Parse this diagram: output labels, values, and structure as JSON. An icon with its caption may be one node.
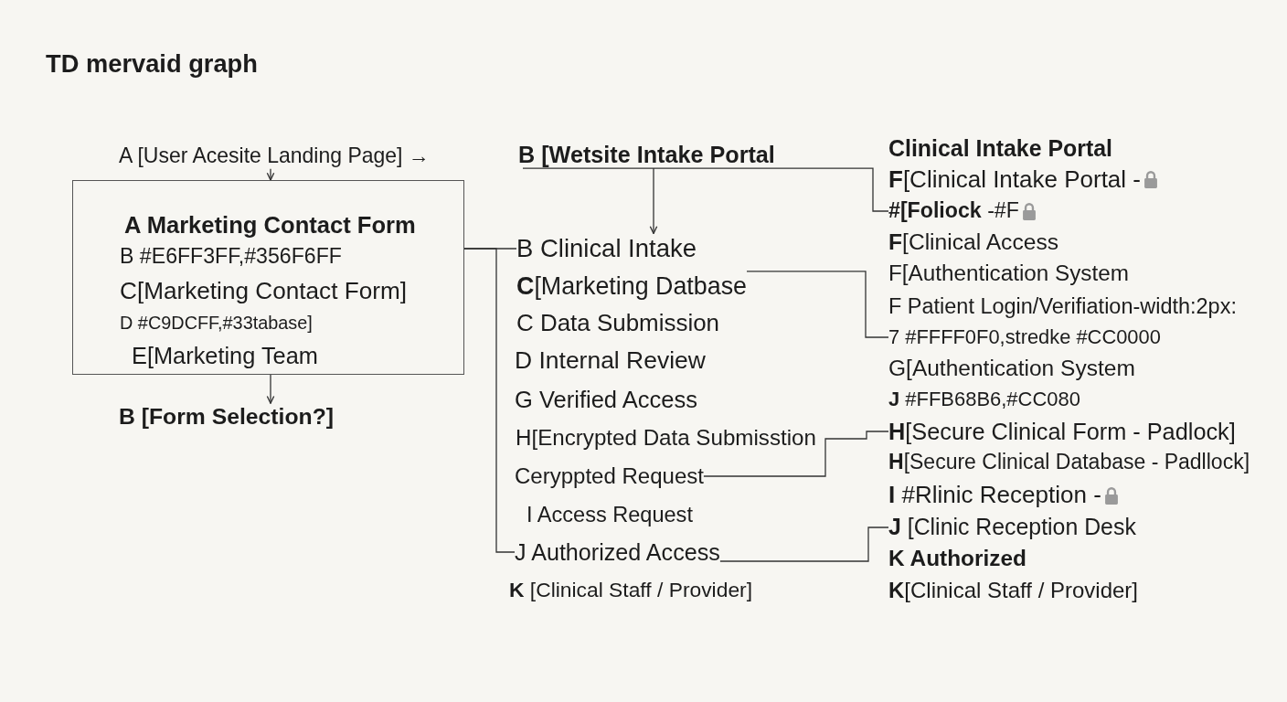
{
  "diagram": {
    "title": "TD mervaid graph",
    "nodes": [
      {
        "text": [
          "A [User Acesite Landing Page] →"
        ]
      },
      {
        "text": [
          "A Marketing Contact Form",
          "B #E6FF3FF,#356F6FF",
          "C[Marketing Contact Form]",
          "D #C9DCFF,#33tabase]",
          "E[Marketing Team"
        ]
      },
      {
        "text": [
          "B [Form Selection?]"
        ]
      },
      {
        "text": [
          "B [Wetsite Intake Portal"
        ]
      },
      {
        "text": [
          "B Clinical Intake"
        ]
      },
      {
        "text": [
          "**C**[Marketing Datbase"
        ]
      },
      {
        "text": [
          "Ceryppted Request"
        ]
      },
      {
        "text": [
          "J Authorized Access"
        ]
      },
      {
        "text": [
          "**#[Foliock** -#F"
        ]
      },
      {
        "text": [
          "7 #FFFF0F0,stredke #CC0000"
        ]
      },
      {
        "text": [
          "**H**[Secure Clinical Form - Padlock]"
        ]
      },
      {
        "text": [
          "**J** [Clinic Reception Desk"
        ]
      }
    ],
    "edges": [
      {
        "from": 0,
        "to": 1,
        "arrow": "to"
      },
      {
        "from": 1,
        "to": 2,
        "arrow": "to"
      },
      {
        "from": 1,
        "to": 4,
        "arrow": "none"
      },
      {
        "from": 1,
        "to": 7,
        "arrow": "none"
      },
      {
        "from": 3,
        "to": 4,
        "arrow": "to"
      },
      {
        "from": 3,
        "to": 8,
        "arrow": "none"
      },
      {
        "from": 5,
        "to": 9,
        "arrow": "none"
      },
      {
        "from": 6,
        "to": 10,
        "arrow": "none"
      },
      {
        "from": 7,
        "to": 11,
        "arrow": "none"
      }
    ],
    "labels": [
      "C Data Submission",
      "D Internal Review",
      "G Verified Access",
      "H[Encrypted Data Submisstion",
      "I Access Request",
      "**K** [Clinical Staff / Provider]",
      "Clinical Intake Portal",
      "**F**[Clinical Intake Portal -",
      "**F**[Clinical Access",
      "F[Authentication System",
      "F Patient Login/Verifiation-width:2px:",
      "G[Authentication System",
      "**J** #FFB68B6,#CC080",
      "**H**[Secure Clinical Database - Padllock]",
      "**I** #Rlinic Reception -",
      "K Authorized",
      "**K**[Clinical Staff / Provider]"
    ]
  }
}
